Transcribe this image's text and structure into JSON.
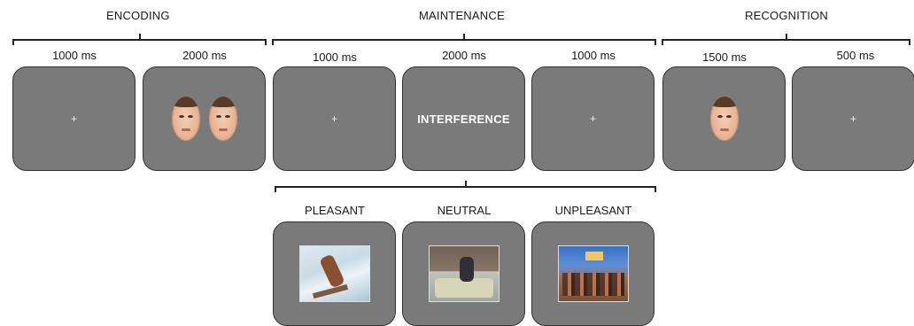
{
  "phases": [
    {
      "label": "ENCODING"
    },
    {
      "label": "MAINTENANCE"
    },
    {
      "label": "RECOGNITION"
    }
  ],
  "durations": [
    "1000 ms",
    "2000 ms",
    "1000 ms",
    "2000 ms",
    "1000 ms",
    "1500 ms",
    "500 ms"
  ],
  "screens": {
    "fixation_symbol": "+",
    "interference_text": "INTERFERENCE"
  },
  "categories": [
    "PLEASANT",
    "NEUTRAL",
    "UNPLEASANT"
  ],
  "colors": {
    "screen_fill": "#7a7a7a",
    "screen_border": "#333333",
    "bracket": "#222222"
  }
}
